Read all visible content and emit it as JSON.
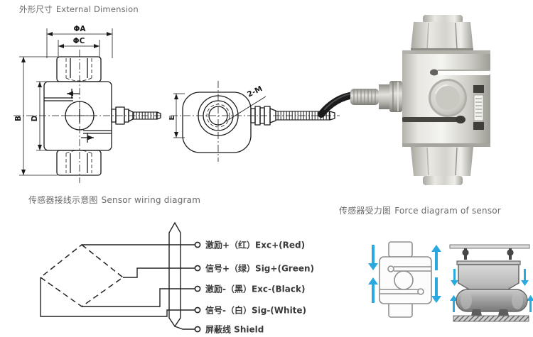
{
  "headings": {
    "external": {
      "zh": "外形尺寸",
      "en": "External Dimension"
    },
    "wiring": {
      "zh": "传感器接线示意图",
      "en": "Sensor wiring diagram"
    },
    "force": {
      "zh": "传感器受力图",
      "en": "Force diagram of sensor"
    }
  },
  "dimension_drawing": {
    "labels": {
      "phi_a": "ΦA",
      "phi_c": "ΦC",
      "b": "B",
      "d": "D",
      "e": "E",
      "thread": "2-M"
    }
  },
  "wiring_diagram": {
    "wires": [
      {
        "label": "激励+（红）Exc+(Red)"
      },
      {
        "label": "信号+（绿）Sig+(Green)"
      },
      {
        "label": "激励-（黑）Exc-(Black)"
      },
      {
        "label": "信号-（白）Sig-(White)"
      },
      {
        "label": "屏蔽线 Shield"
      }
    ]
  },
  "colors": {
    "accent_blue": "#2aa8e0",
    "drawing_line": "#1a1a1a",
    "heading_text": "#6b6b6b",
    "wire_label_text": "#3a3a3a",
    "photo_silver": "#d8d7d1"
  }
}
